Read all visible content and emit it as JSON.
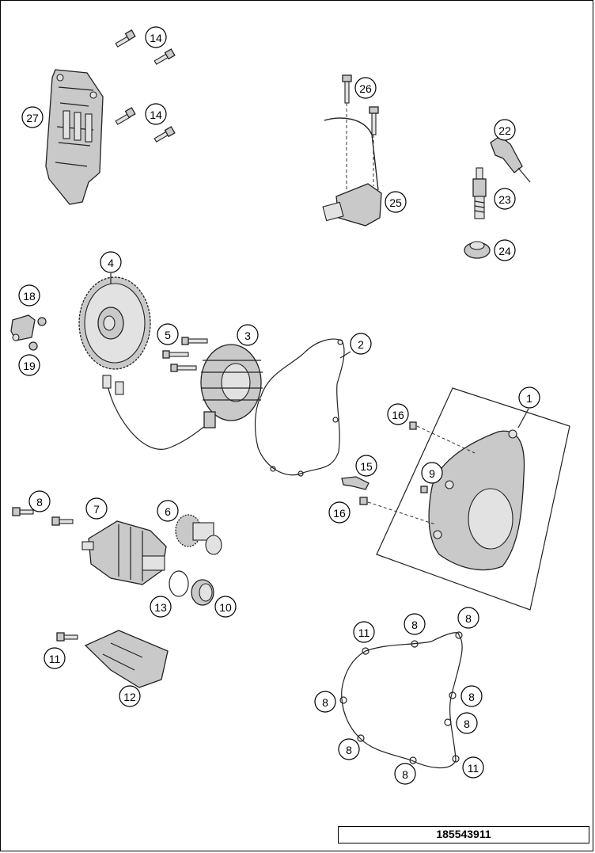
{
  "diagram": {
    "document_number": "185543911",
    "callouts": [
      {
        "label": "14"
      },
      {
        "label": "27"
      },
      {
        "label": "14"
      },
      {
        "label": "26"
      },
      {
        "label": "25"
      },
      {
        "label": "22"
      },
      {
        "label": "23"
      },
      {
        "label": "24"
      },
      {
        "label": "4"
      },
      {
        "label": "18"
      },
      {
        "label": "19"
      },
      {
        "label": "5"
      },
      {
        "label": "3"
      },
      {
        "label": "2"
      },
      {
        "label": "1"
      },
      {
        "label": "16"
      },
      {
        "label": "9"
      },
      {
        "label": "15"
      },
      {
        "label": "16"
      },
      {
        "label": "8"
      },
      {
        "label": "7"
      },
      {
        "label": "6"
      },
      {
        "label": "13"
      },
      {
        "label": "10"
      },
      {
        "label": "11"
      },
      {
        "label": "12"
      },
      {
        "label": "11"
      },
      {
        "label": "8"
      },
      {
        "label": "8"
      },
      {
        "label": "8"
      },
      {
        "label": "8"
      },
      {
        "label": "8"
      },
      {
        "label": "8"
      },
      {
        "label": "8"
      },
      {
        "label": "11"
      }
    ]
  }
}
